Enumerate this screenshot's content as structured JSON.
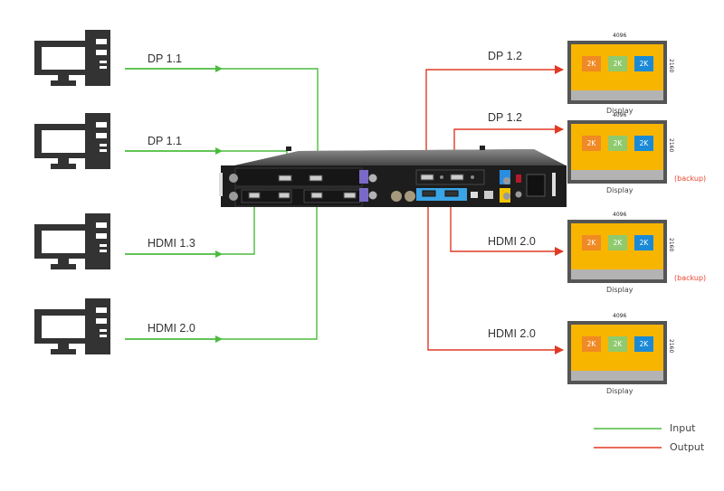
{
  "colors": {
    "input": "#4cbb3e",
    "output": "#e03a25",
    "display_frame": "#555555",
    "display_panel": "#f7b500",
    "display_bezel": "#b3b3b3",
    "tile_orange": "#f08a24",
    "tile_green": "#8fca6e",
    "tile_blue": "#1b8ad6",
    "backup_text": "#e8452c"
  },
  "sources": [
    {
      "icon": "desktop-computer-icon",
      "signal": "DP 1.1"
    },
    {
      "icon": "desktop-computer-icon",
      "signal": "DP 1.1"
    },
    {
      "icon": "desktop-computer-icon",
      "signal": "HDMI 1.3"
    },
    {
      "icon": "desktop-computer-icon",
      "signal": "HDMI 2.0"
    }
  ],
  "device": {
    "name": "video-processor-rear-panel"
  },
  "outputs": [
    {
      "signal": "DP 1.2",
      "display": {
        "width": "4096",
        "height": "2160",
        "caption": "Display",
        "tiles": [
          "2K",
          "2K",
          "2K"
        ],
        "note": ""
      }
    },
    {
      "signal": "DP 1.2",
      "display": {
        "width": "4096",
        "height": "2160",
        "caption": "Display",
        "tiles": [
          "2K",
          "2K",
          "2K"
        ],
        "note": "(backup)"
      }
    },
    {
      "signal": "HDMI 2.0",
      "display": {
        "width": "4096",
        "height": "2160",
        "caption": "Display",
        "tiles": [
          "2K",
          "2K",
          "2K"
        ],
        "note": "(backup)"
      }
    },
    {
      "signal": "HDMI 2.0",
      "display": {
        "width": "4096",
        "height": "2160",
        "caption": "Display",
        "tiles": [
          "2K",
          "2K",
          "2K"
        ],
        "note": ""
      }
    }
  ],
  "legend": [
    {
      "label": "Input",
      "color": "#4cbb3e"
    },
    {
      "label": "Output",
      "color": "#e03a25"
    }
  ]
}
